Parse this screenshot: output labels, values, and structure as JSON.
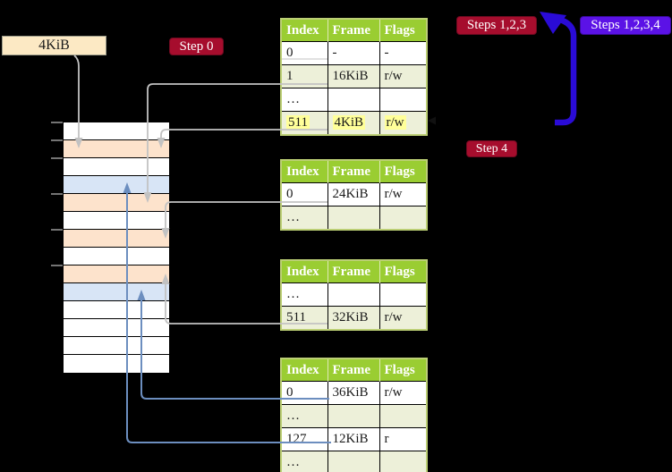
{
  "colors": {
    "bg": "#000000",
    "text_dark": "#1a1a1a",
    "box_fill": "#fce9c4",
    "box_border": "#9c9c8a",
    "frame_white": "#ffffff",
    "frame_peach": "#fde3cc",
    "frame_blue": "#d8e5f6",
    "header_green": "#9acd32",
    "row_light": "#edf0d9",
    "table_border": "#bccf75",
    "cell_border": "#000000",
    "highlight_yellow": "#ffff99",
    "badge_red": "#a60d2d",
    "badge_violet": "#5b12e6",
    "arrow_blue": "#2a0bd6",
    "conn_gray": "#c2c2c2",
    "conn_blue": "#6c8ebf",
    "tick_gray": "#9a9a9a"
  },
  "labels": {
    "page_size": "4KiB",
    "step0": "Step 0",
    "steps123": "Steps 1,2,3",
    "steps1234": "Steps 1,2,3,4",
    "step4": "Step 4"
  },
  "memory_stack": {
    "rows": [
      "white",
      "peach",
      "white",
      "blue",
      "peach",
      "white",
      "peach",
      "white",
      "peach",
      "blue",
      "white",
      "white",
      "white",
      "white"
    ]
  },
  "tables": [
    {
      "name": "page-table-top",
      "headers": [
        "Index",
        "Frame",
        "Flags"
      ],
      "rows": [
        {
          "cells": [
            "0",
            "-",
            "-"
          ]
        },
        {
          "cells": [
            "1",
            "16KiB",
            "r/w"
          ]
        },
        {
          "cells": [
            "…",
            "",
            ""
          ]
        },
        {
          "cells": [
            "511",
            "4KiB",
            "r/w"
          ],
          "highlight": true
        }
      ]
    },
    {
      "name": "page-table-second",
      "headers": [
        "Index",
        "Frame",
        "Flags"
      ],
      "rows": [
        {
          "cells": [
            "0",
            "24KiB",
            "r/w"
          ]
        },
        {
          "cells": [
            "…",
            "",
            ""
          ]
        }
      ]
    },
    {
      "name": "page-table-third",
      "headers": [
        "Index",
        "Frame",
        "Flags"
      ],
      "rows": [
        {
          "cells": [
            "…",
            "",
            ""
          ]
        },
        {
          "cells": [
            "511",
            "32KiB",
            "r/w"
          ]
        }
      ]
    },
    {
      "name": "page-table-bottom",
      "headers": [
        "Index",
        "Frame",
        "Flags"
      ],
      "rows": [
        {
          "cells": [
            "0",
            "36KiB",
            "r/w"
          ]
        },
        {
          "cells": [
            "…",
            "",
            ""
          ]
        },
        {
          "cells": [
            "127",
            "12KiB",
            "r"
          ]
        },
        {
          "cells": [
            "…",
            "",
            ""
          ]
        }
      ]
    }
  ]
}
